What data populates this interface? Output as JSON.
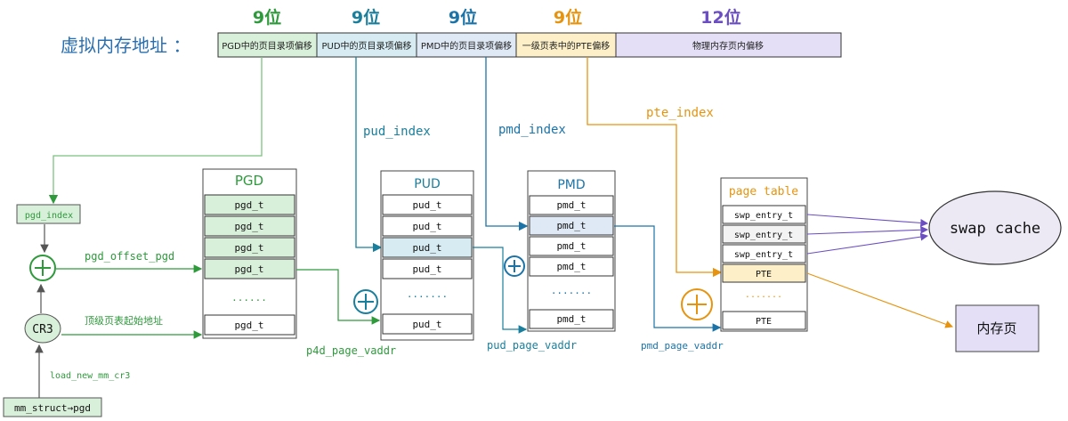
{
  "address": {
    "label": "虚拟内存地址 ：",
    "fields": [
      {
        "bits": "9位",
        "text": "PGD中的页目录项偏移",
        "bits_color": "#2e9a3c",
        "fill": "#d8efd9"
      },
      {
        "bits": "9位",
        "text": "PUD中的页目录项偏移",
        "bits_color": "#1a7f9c",
        "fill": "#d6ecf2"
      },
      {
        "bits": "9位",
        "text": "PMD中的页目录项偏移",
        "bits_color": "#1c73a8",
        "fill": "#dfe9f5"
      },
      {
        "bits": "9位",
        "text": "一级页表中的PTE偏移",
        "bits_color": "#e6940f",
        "fill": "#fdf0c8"
      },
      {
        "bits": "12位",
        "text": "物理内存页内偏移",
        "bits_color": "#6b4fc2",
        "fill": "#e4dff6"
      }
    ]
  },
  "index_labels": {
    "pud_index": "pud_index",
    "pmd_index": "pmd_index",
    "pte_index": "pte_index"
  },
  "pgd": {
    "title": "PGD",
    "rows": [
      "pgd_t",
      "pgd_t",
      "pgd_t",
      "pgd_t",
      "......",
      "pgd_t"
    ]
  },
  "pud": {
    "title": "PUD",
    "rows": [
      "pud_t",
      "pud_t",
      "pud_t",
      "pud_t",
      ".......",
      "pud_t"
    ]
  },
  "pmd": {
    "title": "PMD",
    "rows": [
      "pmd_t",
      "pmd_t",
      "pmd_t",
      "pmd_t",
      ".......",
      "pmd_t"
    ]
  },
  "page_table": {
    "title": "page table",
    "rows": [
      "swp_entry_t",
      "swp_entry_t",
      "swp_entry_t",
      "PTE",
      ".......",
      "PTE"
    ]
  },
  "left": {
    "pgd_index": "pgd_index",
    "pgd_offset_pgd": "pgd_offset_pgd",
    "cr3": "CR3",
    "top_table_addr": "顶级页表起始地址",
    "load_new_mm_cr3": "load_new_mm_cr3",
    "mm_struct": "mm_struct→pgd"
  },
  "vaddr_labels": {
    "p4d": "p4d_page_vaddr",
    "pud": "pud_page_vaddr",
    "pmd": "pmd_page_vaddr"
  },
  "swap_cache": "swap cache",
  "memory_page": "内存页",
  "colors": {
    "green": "#2e9a3c",
    "teal": "#1a7f9c",
    "blue": "#1c73a8",
    "orange": "#e6940f",
    "purple": "#6b4fc2"
  }
}
